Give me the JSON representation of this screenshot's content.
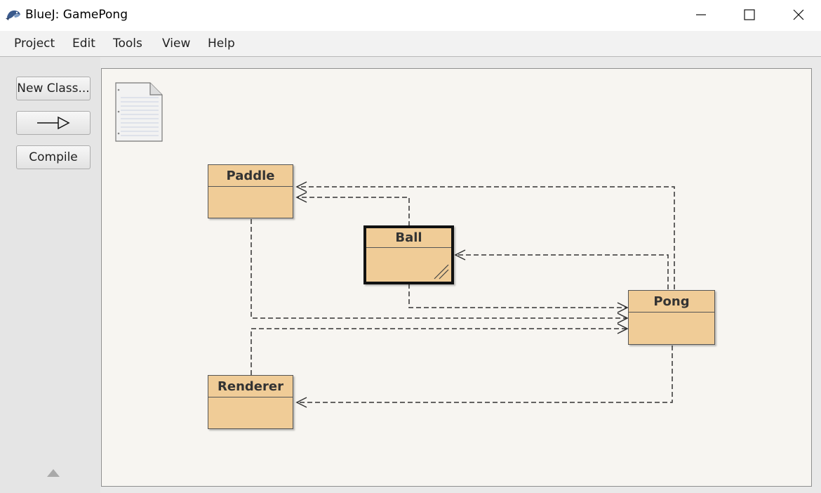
{
  "window": {
    "title": "BlueJ:  GamePong"
  },
  "menu": {
    "items": [
      "Project",
      "Edit",
      "Tools",
      "View",
      "Help"
    ]
  },
  "toolbar": {
    "new_class_label": "New Class...",
    "compile_label": "Compile"
  },
  "diagram": {
    "classes": {
      "paddle": "Paddle",
      "ball": "Ball",
      "pong": "Pong",
      "renderer": "Renderer"
    },
    "colors": {
      "class_fill": "#f0cc97",
      "canvas_bg": "#f7f5f1"
    }
  },
  "icons": {
    "readme": "readme-document-icon",
    "new_arrow": "inheritance-arrow-icon"
  }
}
